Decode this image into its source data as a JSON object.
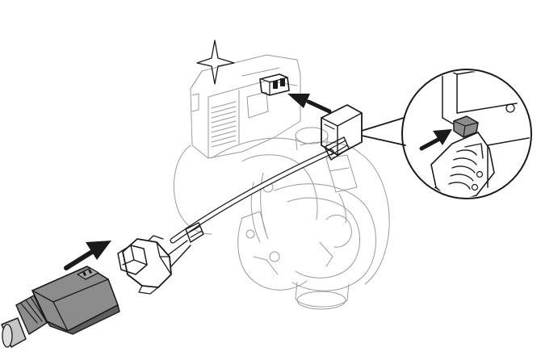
{
  "figure": {
    "subject": "pump-connector-installation",
    "parts": [
      "pump",
      "electronics-module",
      "signal-socket",
      "signal-cable-connector",
      "cable-plug",
      "detail-magnifier"
    ],
    "arrows": 3,
    "colors": {
      "line": "#1a1a1a",
      "light_line": "#9a9a9a",
      "plug_fill": "#8c8c8c",
      "plug_shadow": "#5e5e5e",
      "cable_fill": "#c4c4c4",
      "background": "#ffffff"
    }
  }
}
